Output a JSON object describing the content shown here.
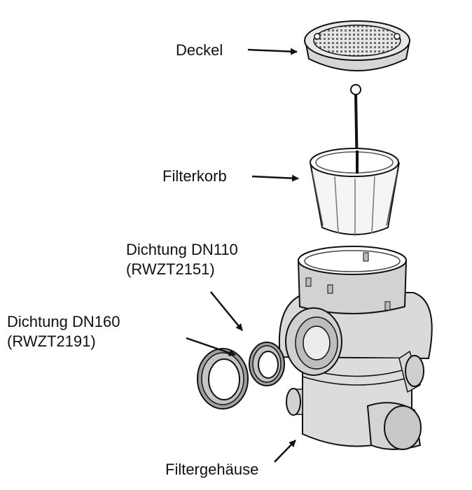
{
  "labels": {
    "deckel": "Deckel",
    "filterkorb": "Filterkorb",
    "dichtung_dn110": "Dichtung DN110",
    "dichtung_dn110_code": "(RWZT2151)",
    "dichtung_dn160": "Dichtung DN160",
    "dichtung_dn160_code": "(RWZT2191)",
    "filtergehaeuse": "Filtergehäuse"
  },
  "colors": {
    "line": "#111111",
    "light_fill": "#f2f2f2",
    "mid_fill": "#d9d9d9",
    "dark_fill": "#a8a8a8"
  }
}
